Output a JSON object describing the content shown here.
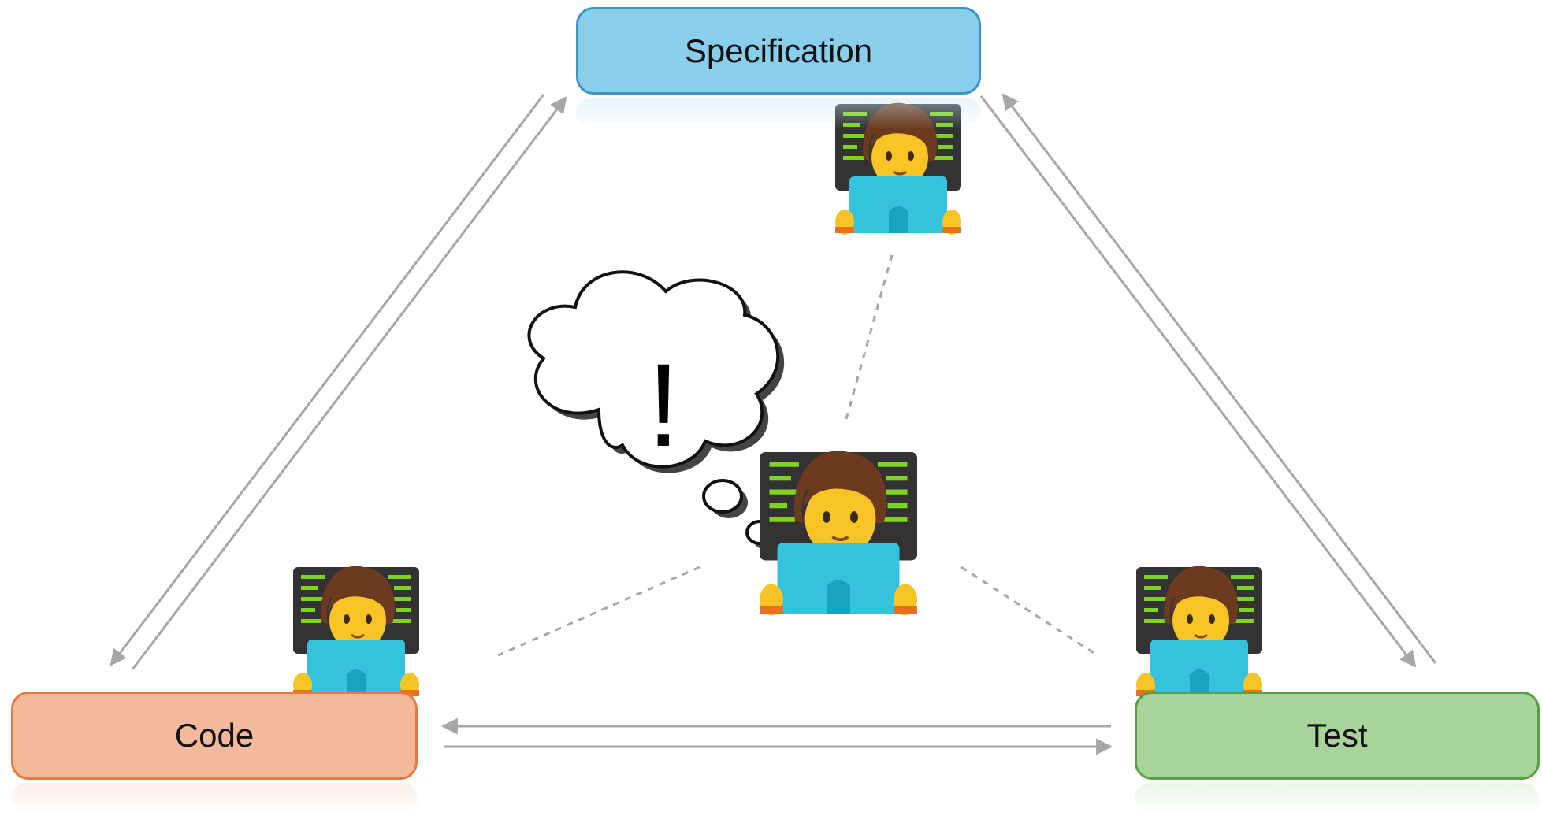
{
  "nodes": {
    "specification": {
      "label": "Specification",
      "fill": "#89ceea",
      "stroke": "#3d93c2"
    },
    "code": {
      "label": "Code",
      "fill": "#f4b99b",
      "stroke": "#e47a3f"
    },
    "test": {
      "label": "Test",
      "fill": "#a7d49a",
      "stroke": "#5aa041"
    }
  },
  "thought": {
    "text": "!"
  },
  "icons": [
    "technologist-icon",
    "thought-bubble-icon"
  ],
  "colors": {
    "arrow": "#a6a6a6",
    "dashed": "#a6a6a6",
    "hair": "#6b3a1f",
    "skin": "#f7c325",
    "laptop": "#35c2dd",
    "screen_bg": "#333333",
    "code_lines": "#7ed321"
  }
}
